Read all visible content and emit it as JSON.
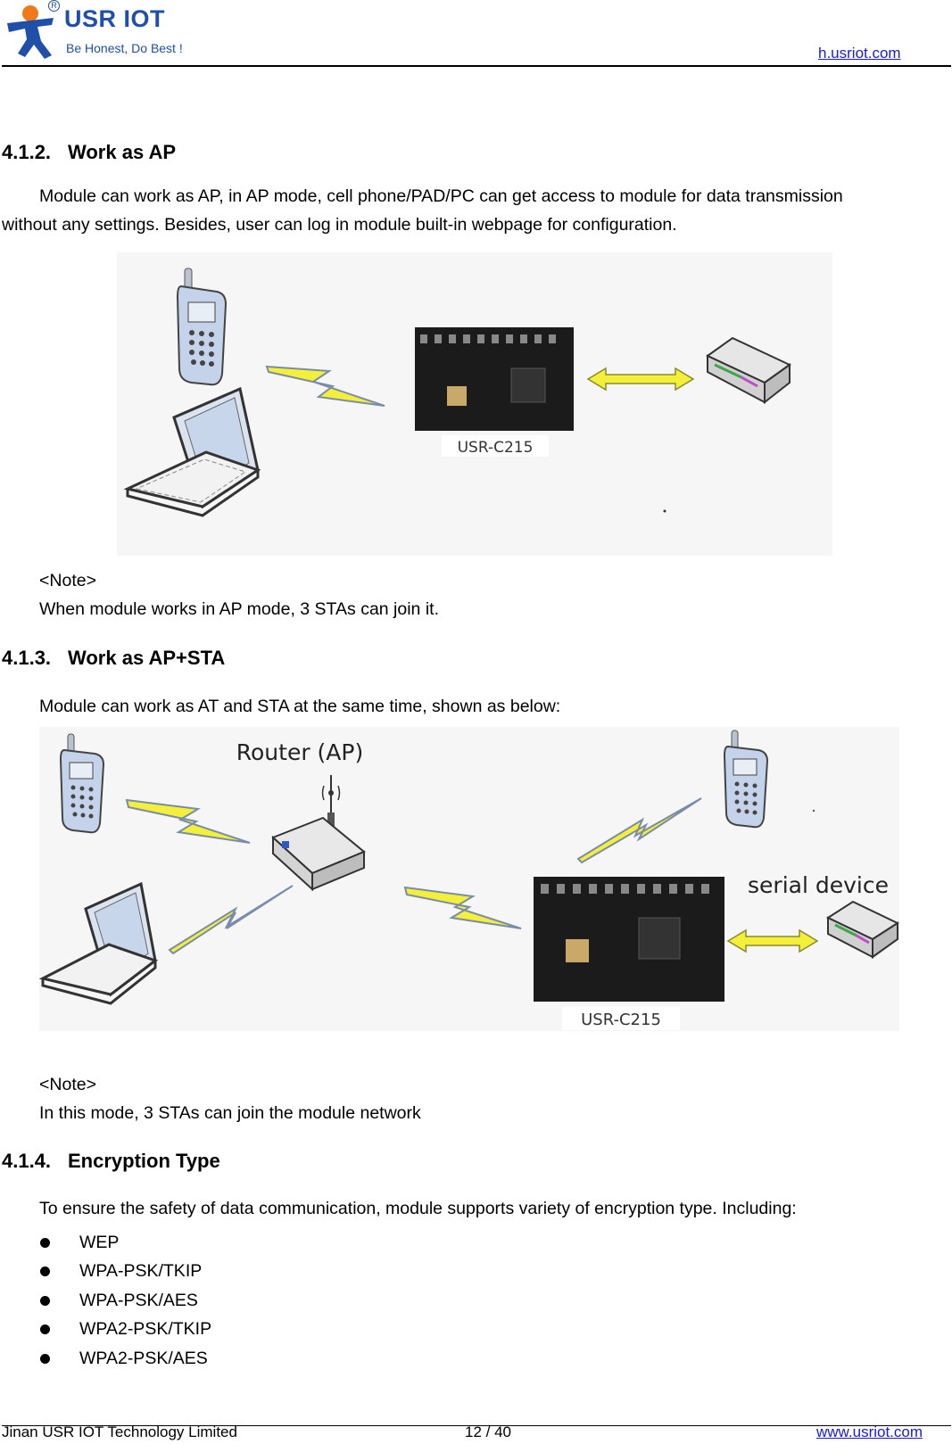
{
  "header": {
    "brand_name": "USR IOT",
    "brand_reg": "R",
    "slogan": "Be Honest, Do Best !",
    "url": "h.usriot.com"
  },
  "sections": {
    "ap": {
      "number": "4.1.2.",
      "title": "Work as AP",
      "body_line1": "Module can work as AP, in AP mode, cell phone/PAD/PC can get access to module for data transmission",
      "body_line2": "without any settings. Besides, user can log in module built-in webpage for configuration.",
      "figure": {
        "module_label": "USR-C215"
      },
      "note_label": "<Note>",
      "note_text": "When module works in AP mode, 3 STAs can join it."
    },
    "apsta": {
      "number": "4.1.3.",
      "title": "Work as AP+STA",
      "body": "Module can work as AT and STA at the same time, shown as below:",
      "figure": {
        "router_label": "Router (AP)",
        "serial_label": "serial device",
        "module_label": "USR-C215"
      },
      "note_label": "<Note>",
      "note_text": "In this mode, 3 STAs can join the module network"
    },
    "encryption": {
      "number": "4.1.4.",
      "title": "Encryption Type",
      "body": "To ensure the safety of data communication, module supports variety of encryption type. Including:",
      "items": [
        "WEP",
        "WPA-PSK/TKIP",
        "WPA-PSK/AES",
        "WPA2-PSK/TKIP",
        "WPA2-PSK/AES"
      ]
    }
  },
  "footer": {
    "company": "Jinan USR IOT Technology Limited",
    "page": "12 / 40",
    "url": "www.usriot.com"
  }
}
